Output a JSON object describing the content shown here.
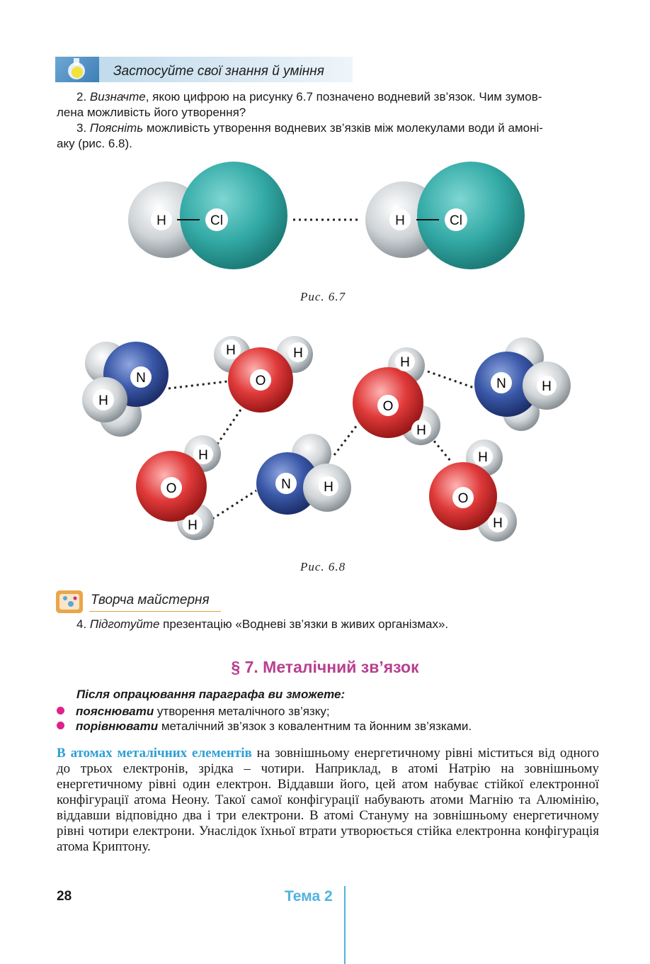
{
  "header": {
    "title": "Застосуйте свої знання й уміння"
  },
  "tasks": {
    "t2_num": "2.",
    "t2_verb": "Визначте",
    "t2_rest": ", якою цифрою на рисунку 6.7 позначено водневий зв’язок. Чим зумов-",
    "t2_line2": "лена можливість його утворення?",
    "t3_num": "3.",
    "t3_verb": "Поясніть",
    "t3_rest": " можливість утворення водневих зв’язків між молекулами води й амоні-",
    "t3_line2": "аку (рис. 6.8)."
  },
  "fig67": {
    "caption": "Рис. 6.7",
    "atom_h": "H",
    "atom_cl": "Cl",
    "colors": {
      "h": "#d9dde0",
      "cl": "#33aaa6"
    }
  },
  "fig68": {
    "caption": "Рис. 6.8",
    "h": "H",
    "n": "N",
    "o": "O",
    "colors": {
      "n": "#3a58a8",
      "o": "#e03a3a",
      "h": "#d8dadc"
    }
  },
  "creative": {
    "title": "Творча майстерня",
    "t4_num": "4.",
    "t4_verb": "Підготуйте",
    "t4_rest": " презентацію «Водневі зв’язки в живих організмах»."
  },
  "section": {
    "title": "§ 7. Металічний зв’язок",
    "after": "Після опрацювання параграфа ви зможете:",
    "bullets": [
      {
        "bold": "пояснювати",
        "rest": " утворення металічного зв’язку;"
      },
      {
        "bold": "порівнювати",
        "rest": " металічний зв’язок з ковалентним та йонним зв’язками."
      }
    ],
    "lead": "В атомах металічних елементів",
    "body": " на зовнішньому енергетичному рівні міститься від одного до трьох електронів, зрідка – чотири. Наприклад, в атомі Натрію на зовнішньому енергетичному рівні один електрон. Віддавши його, цей атом набуває стійкої електронної конфігурації атома Неону. Такої самої конфігурації набувають атоми Магнію та Алюмінію, віддавши відповідно два і три електрони. В атомі Стануму на зовнішньому енергетичному рівні чотири електрони. Унаслідок їхньої втрати утворюється стійка електронна конфігурація атома Криптону."
  },
  "footer": {
    "page": "28",
    "theme": "Тема 2"
  }
}
